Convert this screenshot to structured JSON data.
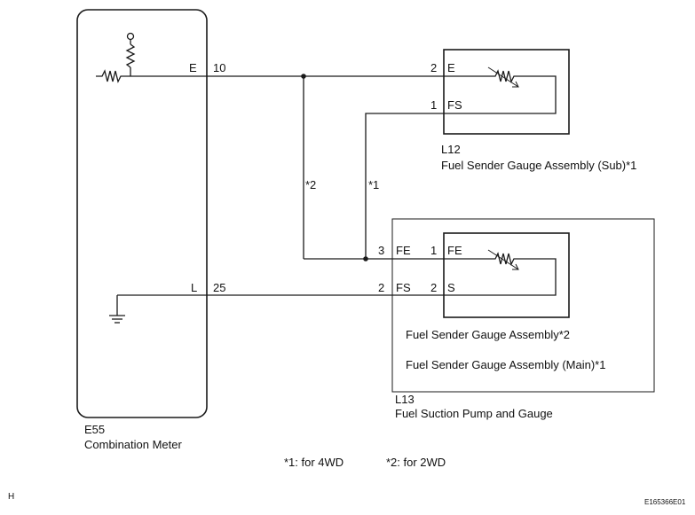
{
  "combination_meter": {
    "code": "E55",
    "name": "Combination Meter",
    "pin_e_name": "E",
    "pin_e_number": "10",
    "pin_l_name": "L",
    "pin_l_number": "25"
  },
  "sub_gauge": {
    "code": "L12",
    "name": "Fuel Sender Gauge Assembly (Sub)*1",
    "pin_e_number": "2",
    "pin_e_name": "E",
    "pin_fs_number": "1",
    "pin_fs_name": "FS"
  },
  "pump_gauge": {
    "code": "L13",
    "name": "Fuel Suction Pump and Gauge",
    "outer_pin_fe_number": "3",
    "outer_pin_fe_name": "FE",
    "outer_pin_fs_number": "2",
    "outer_pin_fs_name": "FS",
    "inner_pin_fe_number": "1",
    "inner_pin_fe_name": "FE",
    "inner_pin_s_number": "2",
    "inner_pin_s_name": "S",
    "label_2wd": "Fuel Sender Gauge Assembly*2",
    "label_4wd": "Fuel Sender Gauge Assembly (Main)*1"
  },
  "wire_labels": {
    "left_branch": "*2",
    "right_branch": "*1"
  },
  "notes": {
    "note1": "*1: for 4WD",
    "note2": "*2: for 2WD"
  },
  "corner_left": "H",
  "figure_id": "E165366E01"
}
